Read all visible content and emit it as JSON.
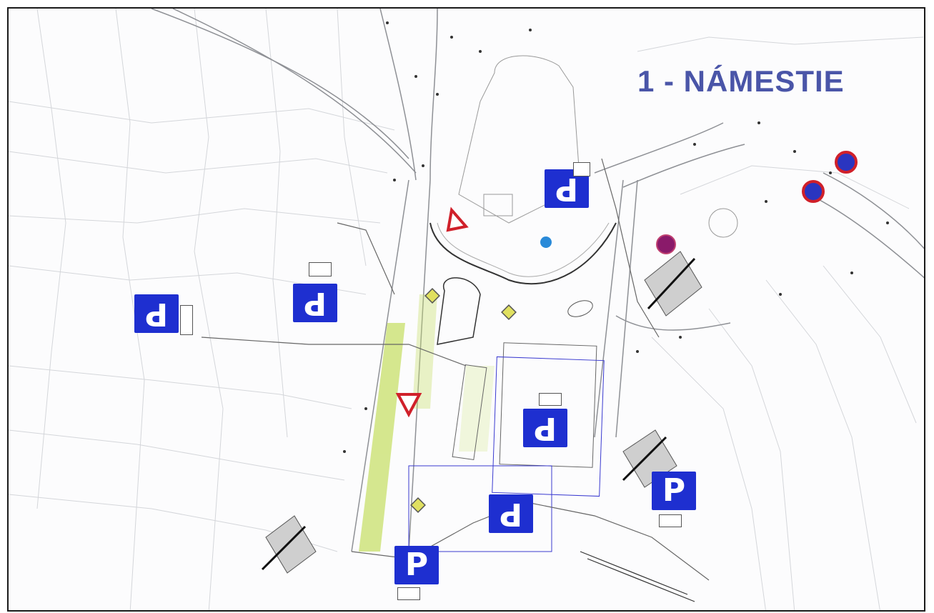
{
  "map": {
    "title": "1 - NÁMESTIE",
    "parking_symbol": "P",
    "colors": {
      "title": "#4a55a8",
      "parking_sign": "#1e2fd0",
      "yield_sign": "#d0202a",
      "no_stopping_sign": "#8a1a6a",
      "green_zone": "#c8e06a",
      "info_sign": "#2a8ad8",
      "line": "#9a9a9a"
    },
    "icons": [
      "parking-sign-icon",
      "yield-sign-icon",
      "no-stopping-sign-icon",
      "info-sign-icon",
      "diamond-warning-sign-icon"
    ],
    "parking_signs": [
      {
        "id": "p1",
        "rotation": 180,
        "code": "IP16"
      },
      {
        "id": "p2",
        "rotation": 180,
        "code": "IP16"
      },
      {
        "id": "p3",
        "rotation": 180,
        "code": "IP16"
      },
      {
        "id": "p4",
        "rotation": 180,
        "code": "IP16"
      },
      {
        "id": "p5",
        "rotation": 0,
        "code": "IP16"
      },
      {
        "id": "p6",
        "rotation": 0,
        "code": "IP16"
      },
      {
        "id": "p7",
        "rotation": 180,
        "code": "IP16"
      }
    ]
  }
}
